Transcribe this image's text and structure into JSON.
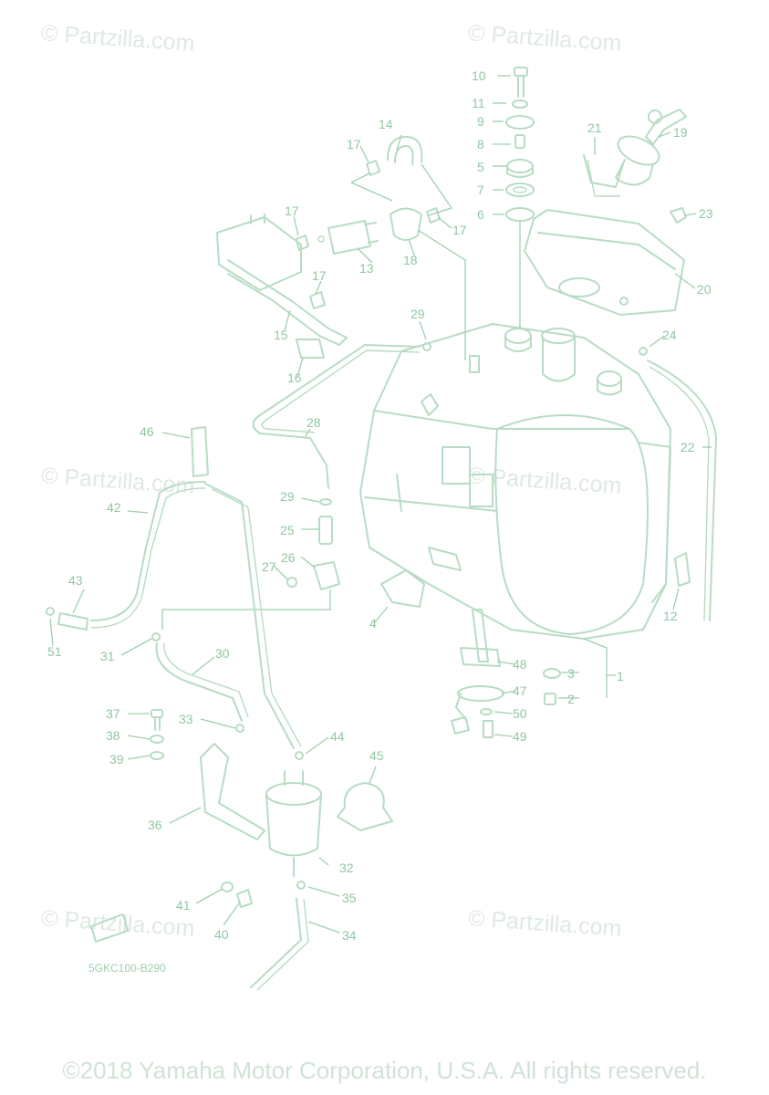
{
  "diagram": {
    "code": "5GKC100-B290",
    "copyright": "©2018 Yamaha Motor Corporation, U.S.A. All rights reserved.",
    "watermark": "© Partzilla.com",
    "line_color": "#b7dcc3",
    "label_color": "#8fc7a0",
    "callouts": [
      "1",
      "2",
      "3",
      "4",
      "5",
      "6",
      "7",
      "8",
      "9",
      "10",
      "11",
      "12",
      "13",
      "14",
      "15",
      "16",
      "17",
      "17",
      "17",
      "17",
      "18",
      "19",
      "20",
      "21",
      "22",
      "23",
      "24",
      "25",
      "26",
      "27",
      "28",
      "29",
      "29",
      "30",
      "31",
      "32",
      "33",
      "34",
      "35",
      "36",
      "37",
      "38",
      "39",
      "40",
      "41",
      "42",
      "43",
      "44",
      "45",
      "46",
      "47",
      "48",
      "49",
      "50",
      "51"
    ]
  }
}
